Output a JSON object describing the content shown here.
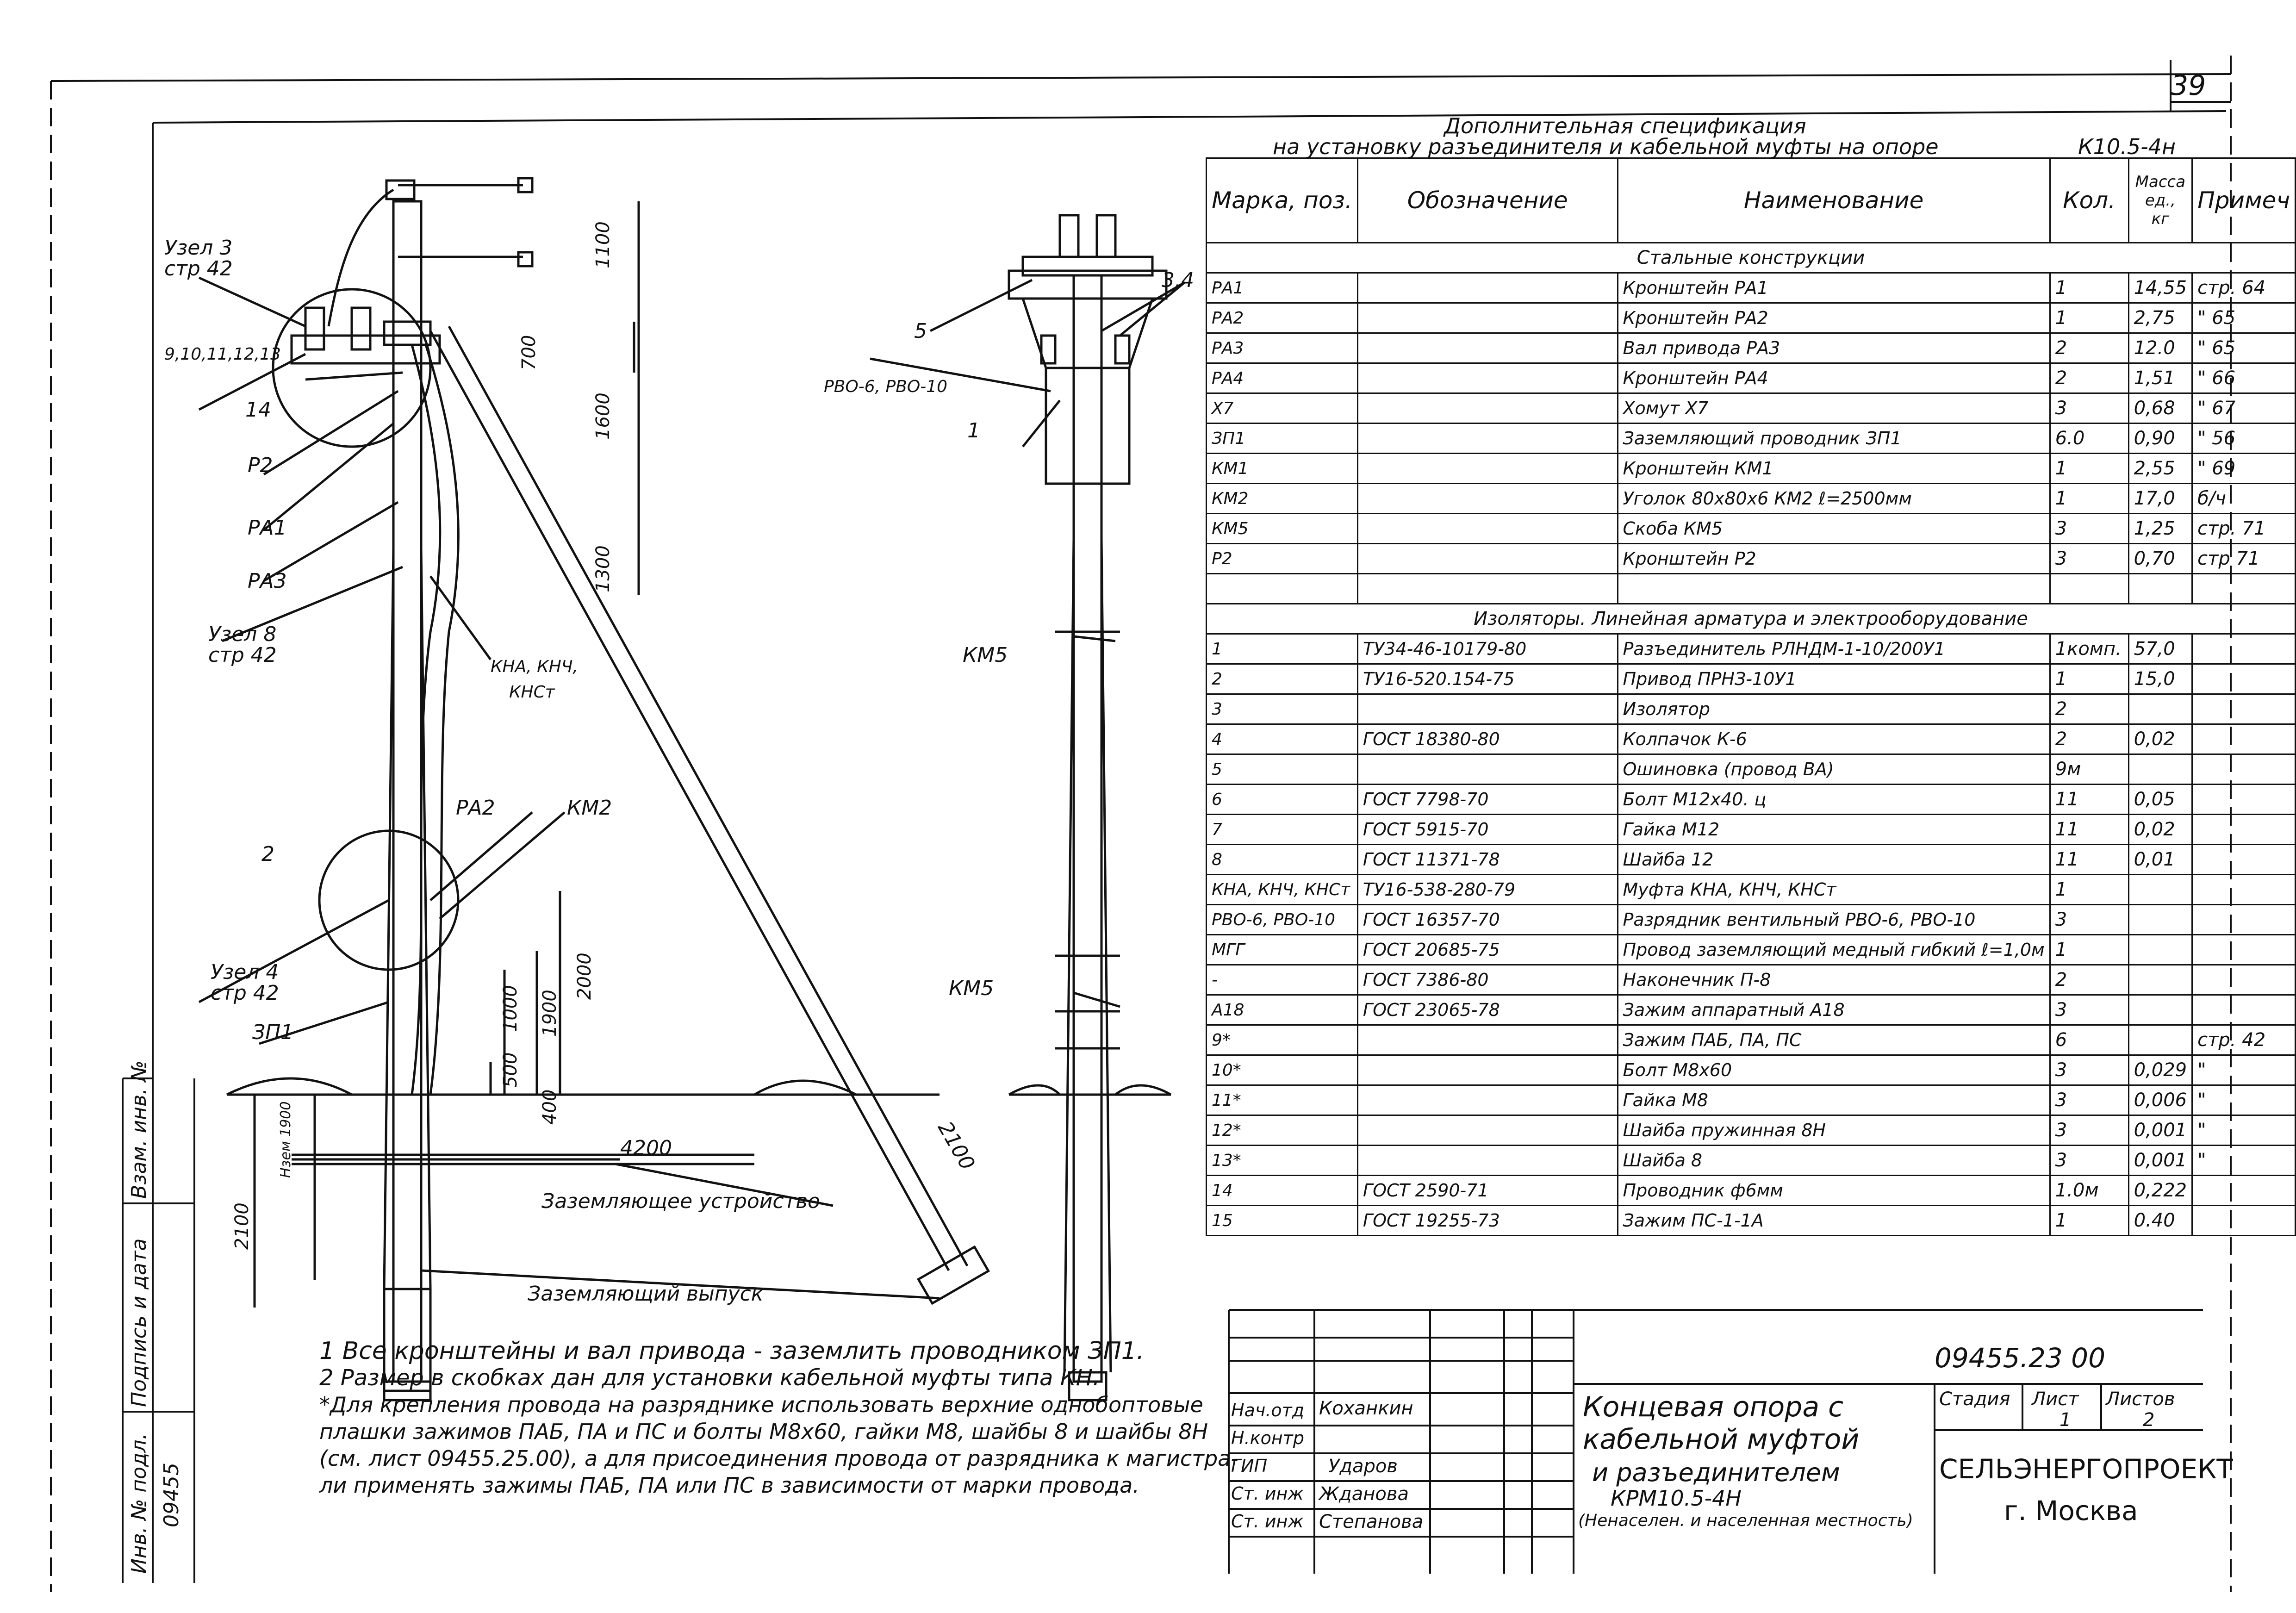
{
  "page_number": "39",
  "spec": {
    "title_line1": "Дополнительная спецификация",
    "title_line2": "на установку разъединителя и кабельной муфты на опоре",
    "support_code": "К10.5-4н",
    "headers": [
      "Марка, поз.",
      "Обозначение",
      "Наименование",
      "Кол.",
      "Масса ед., кг",
      "Примеч"
    ],
    "section1": "Стальные конструкции",
    "rows1": [
      [
        "РА1",
        "",
        "Кронштейн РА1",
        "1",
        "14,55",
        "стр. 64"
      ],
      [
        "РА2",
        "",
        "Кронштейн РА2",
        "1",
        "2,75",
        "\" 65"
      ],
      [
        "РА3",
        "",
        "Вал привода РА3",
        "2",
        "12.0",
        "\" 65"
      ],
      [
        "РА4",
        "",
        "Кронштейн РА4",
        "2",
        "1,51",
        "\" 66"
      ],
      [
        "Х7",
        "",
        "Хомут Х7",
        "3",
        "0,68",
        "\" 67"
      ],
      [
        "ЗП1",
        "",
        "Заземляющий проводник ЗП1",
        "6.0",
        "0,90",
        "\" 56"
      ],
      [
        "КМ1",
        "",
        "Кронштейн КМ1",
        "1",
        "2,55",
        "\" 69"
      ],
      [
        "КМ2",
        "",
        "Уголок 80х80х6 КМ2 ℓ=2500мм",
        "1",
        "17,0",
        "б/ч"
      ],
      [
        "КМ5",
        "",
        "Скоба КМ5",
        "3",
        "1,25",
        "стр. 71"
      ],
      [
        "Р2",
        "",
        "Кронштейн Р2",
        "3",
        "0,70",
        "стр 71"
      ],
      [
        "",
        "",
        "",
        "",
        "",
        ""
      ]
    ],
    "section2": "Изоляторы. Линейная арматура и электрооборудование",
    "rows2": [
      [
        "1",
        "ТУ34-46-10179-80",
        "Разъединитель РЛНДМ-1-10/200У1",
        "1комп.",
        "57,0",
        ""
      ],
      [
        "2",
        "ТУ16-520.154-75",
        "Привод ПРНЗ-10У1",
        "1",
        "15,0",
        ""
      ],
      [
        "3",
        "",
        "Изолятор",
        "2",
        "",
        ""
      ],
      [
        "4",
        "ГОСТ 18380-80",
        "Колпачок К-6",
        "2",
        "0,02",
        ""
      ],
      [
        "5",
        "",
        "Ошиновка (провод ВА)",
        "9м",
        "",
        ""
      ],
      [
        "6",
        "ГОСТ 7798-70",
        "Болт М12х40. ц",
        "11",
        "0,05",
        ""
      ],
      [
        "7",
        "ГОСТ 5915-70",
        "Гайка М12",
        "11",
        "0,02",
        ""
      ],
      [
        "8",
        "ГОСТ 11371-78",
        "Шайба 12",
        "11",
        "0,01",
        ""
      ],
      [
        "КНА, КНЧ, КНСт",
        "ТУ16-538-280-79",
        "Муфта КНА, КНЧ, КНСт",
        "1",
        "",
        ""
      ],
      [
        "РВО-6, РВО-10",
        "ГОСТ 16357-70",
        "Разрядник вентильный РВО-6, РВО-10",
        "3",
        "",
        ""
      ],
      [
        "МГГ",
        "ГОСТ 20685-75",
        "Провод заземляющий медный гибкий ℓ=1,0м",
        "1",
        "",
        ""
      ],
      [
        "-",
        "ГОСТ 7386-80",
        "Наконечник П-8",
        "2",
        "",
        ""
      ],
      [
        "А18",
        "ГОСТ 23065-78",
        "Зажим аппаратный А18",
        "3",
        "",
        ""
      ],
      [
        "9*",
        "",
        "Зажим ПАБ, ПА, ПС",
        "6",
        "",
        "стр. 42"
      ],
      [
        "10*",
        "",
        "Болт М8х60",
        "3",
        "0,029",
        "\""
      ],
      [
        "11*",
        "",
        "Гайка М8",
        "3",
        "0,006",
        "\""
      ],
      [
        "12*",
        "",
        "Шайба пружинная 8Н",
        "3",
        "0,001",
        "\""
      ],
      [
        "13*",
        "",
        "Шайба 8",
        "3",
        "0,001",
        "\""
      ],
      [
        "14",
        "ГОСТ 2590-71",
        "Проводник ф6мм",
        "1.0м",
        "0,222",
        ""
      ],
      [
        "15",
        "ГОСТ 19255-73",
        "Зажим ПС-1-1А",
        "1",
        "0.40",
        ""
      ]
    ]
  },
  "drawing": {
    "labels": {
      "uzel3": "Узел 3",
      "str42a": "стр 42",
      "nums": "9,10,11,12,13",
      "n14": "14",
      "p2": "Р2",
      "pa1": "РА1",
      "pa3": "РА3",
      "uzel8": "Узел 8",
      "str42b": "стр 42",
      "kna": "КНА, КНЧ,",
      "knst": "КНСт",
      "pa2": "РА2",
      "km2": "КМ2",
      "n2": "2",
      "uzel4": "Узел 4",
      "str42c": "стр 42",
      "zp1": "ЗП1",
      "zaz_ustr": "Заземляющее устройство",
      "zaz_vyp": "Заземляющий выпуск",
      "n5": "5",
      "n34": "3,4",
      "rvo": "РВО-6, РВО-10",
      "n1": "1",
      "km5a": "КМ5",
      "km5b": "КМ5"
    },
    "dims": {
      "d1100": "1100",
      "d700": "700",
      "d1600": "1600",
      "d1300": "1300",
      "d2000": "2000",
      "d1900": "1900",
      "d1000": "1000",
      "d500": "500",
      "d400": "400",
      "d4200": "4200",
      "d2100a": "2100",
      "d2100b": "2100",
      "dhzem": "Нзем 1900"
    }
  },
  "notes": [
    "1 Все кронштейны и вал привода - заземлить проводником ЗП1.",
    "2 Размер в скобках дан для установки кабельной муфты типа КН.",
    "*Для крепления провода на разряднике использовать верхние однобоптовые",
    "плашки зажимов ПАБ, ПА и ПС и болты М8х60, гайки М8, шайбы 8 и шайбы 8Н",
    "(см. лист 09455.25.00), а для присоединения провода от разрядника к магистра-",
    "ли применять зажимы ПАБ, ПА или ПС в зависимости от марки провода."
  ],
  "side_stamp": {
    "inv": "Инв. № подл.",
    "sign": "Подпись и дата",
    "vzam": "Взам. инв. №",
    "code": "09455"
  },
  "title_block": {
    "doc_code": "09455.23 00",
    "roles": [
      "Нач.отд",
      "Н.контр",
      "ГИП",
      "Ст. инж",
      "Ст. инж"
    ],
    "names": [
      "Коханкин",
      "",
      "Ударов",
      "Жданова",
      "Степанова"
    ],
    "title_lines": [
      "Концевая опора с",
      "кабельной муфтой",
      "и разъединителем",
      "КРМ10.5-4Н",
      "(Ненаселен. и населенная местность)"
    ],
    "stage_label": "Стадия",
    "sheet_label": "Лист",
    "sheets_label": "Листов",
    "sheet": "1",
    "sheets": "2",
    "org": "СЕЛЬЭНЕРГОПРОЕКТ",
    "city": "г. Москва"
  }
}
